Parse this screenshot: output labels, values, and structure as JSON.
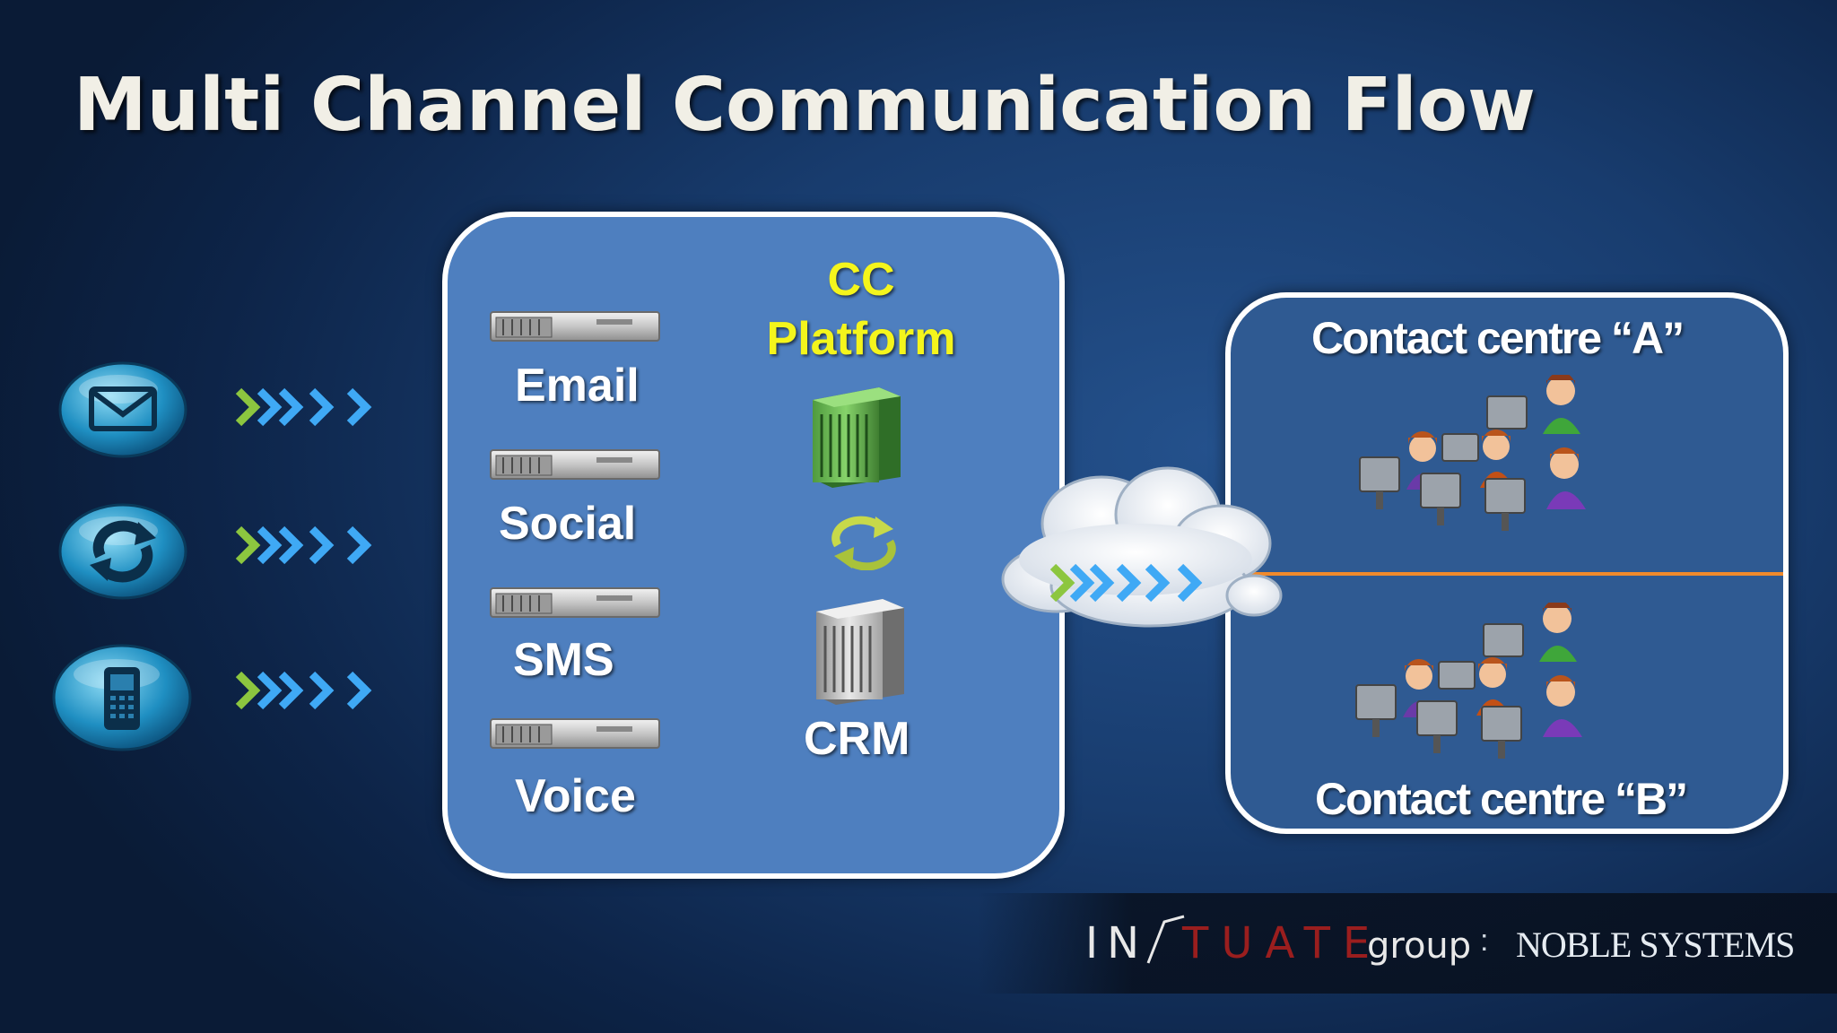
{
  "slide": {
    "title": "Multi Channel Communication Flow"
  },
  "channels": [
    {
      "label": "Email",
      "icon": "envelope-icon"
    },
    {
      "label": "Social",
      "icon": "refresh-arrows-icon"
    },
    {
      "label": "SMS",
      "icon": "server-icon"
    },
    {
      "label": "Voice",
      "icon": "server-icon"
    }
  ],
  "left_icons": [
    "envelope-icon",
    "refresh-arrows-icon",
    "mobile-phone-icon"
  ],
  "platform": {
    "title_line1": "CC",
    "title_line2": "Platform",
    "crm_label": "CRM"
  },
  "contact_centres": {
    "a_label": "Contact centre “A”",
    "b_label": "Contact centre “B”"
  },
  "branding": {
    "intuate_prefix": "IN",
    "intuate_suffix": "TUATE",
    "intuate_group": "group",
    "noble_separator": ":",
    "noble_systems": "NOBLE SYSTEMS"
  },
  "colors": {
    "background": "#183c6e",
    "panel": "#4e7fbf",
    "contact_box": "#2f5a92",
    "platform_title": "#f4f51c",
    "arrow_green": "#8cc63f",
    "arrow_blue": "#3fa9f5",
    "divider": "#f08a2c"
  }
}
